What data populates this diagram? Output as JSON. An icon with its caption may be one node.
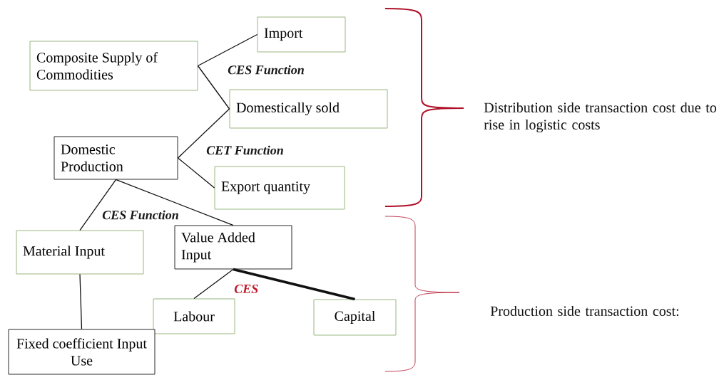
{
  "diagram": {
    "nodes": [
      {
        "text": [
          "Composite Supply of Commodities"
        ]
      },
      {
        "text": [
          "Import"
        ]
      },
      {
        "text": [
          "Domestically sold"
        ]
      },
      {
        "text": [
          "Domestic Production"
        ]
      },
      {
        "text": [
          "Export quantity"
        ]
      },
      {
        "text": [
          "Material Input"
        ]
      },
      {
        "text": [
          "Value Added Input"
        ]
      },
      {
        "text": [
          "Labour"
        ]
      },
      {
        "text": [
          "Capital"
        ]
      },
      {
        "text": [
          "Fixed coefficient Input Use"
        ]
      }
    ],
    "edges": [
      {
        "from": 0,
        "to": 1,
        "arrow": "none"
      },
      {
        "from": 0,
        "to": 2,
        "arrow": "none"
      },
      {
        "from": 3,
        "to": 2,
        "arrow": "none"
      },
      {
        "from": 3,
        "to": 4,
        "arrow": "none"
      },
      {
        "from": 3,
        "to": 5,
        "arrow": "none"
      },
      {
        "from": 3,
        "to": 6,
        "arrow": "none"
      },
      {
        "from": 5,
        "to": 9,
        "arrow": "none"
      },
      {
        "from": 6,
        "to": 7,
        "arrow": "none"
      },
      {
        "from": 6,
        "to": 8,
        "arrow": "none",
        "style": "thick"
      }
    ],
    "labels": [
      "CES Function",
      "Distribution side transaction cost due to rise in logistic costs",
      "CET Function",
      "CES Function",
      "CES",
      "Production side transaction cost:"
    ]
  }
}
